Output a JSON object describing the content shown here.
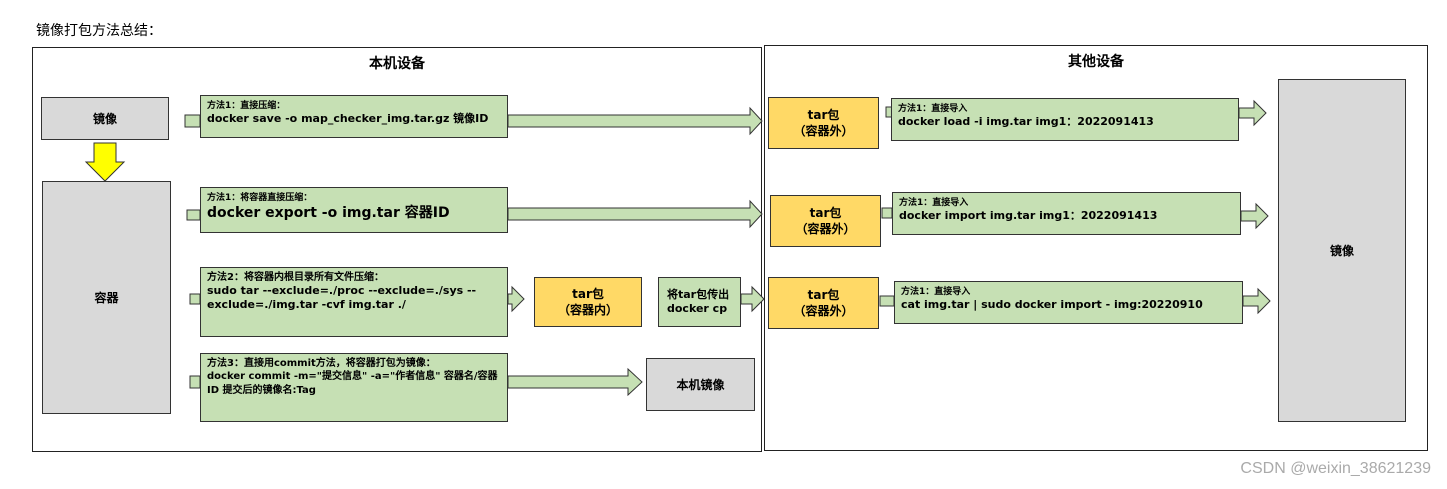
{
  "page_title": "镜像打包方法总结：",
  "left_panel": {
    "title": "本机设备"
  },
  "right_panel": {
    "title": "其他设备"
  },
  "left": {
    "image_box": "镜像",
    "container_box": "容器",
    "local_image_box": "本机镜像",
    "method_save": {
      "title": "方法1：直接压缩：",
      "cmd": "docker save -o map_checker_img.tar.gz   镜像ID"
    },
    "method_export": {
      "title": "方法1：将容器直接压缩：",
      "cmd": "docker export -o img.tar 容器ID"
    },
    "method_tar": {
      "title": "方法2：将容器内根目录所有文件压缩：",
      "cmd": "sudo tar --exclude=./proc --exclude=./sys --exclude=./img.tar -cvf img.tar ./"
    },
    "tar_inside": {
      "line1": "tar包",
      "line2": "（容器内）"
    },
    "copy_out": {
      "line1": "将tar包传出",
      "line2": "docker cp"
    },
    "method_commit": {
      "title": "方法3：直接用commit方法，将容器打包为镜像：",
      "cmd": "docker commit -m=\"提交信息\" -a=\"作者信息\" 容器名/容器ID 提交后的镜像名:Tag"
    }
  },
  "right": {
    "tar_outside_1": {
      "line1": "tar包",
      "line2": "（容器外）"
    },
    "tar_outside_2": {
      "line1": "tar包",
      "line2": "（容器外）"
    },
    "tar_outside_3": {
      "line1": "tar包",
      "line2": "（容器外）"
    },
    "import_load": {
      "title": "方法1：直接导入",
      "cmd": "docker load -i  img.tar   img1：2022091413"
    },
    "import_import": {
      "title": "方法1：直接导入",
      "cmd": "docker  import  img.tar   img1：2022091413"
    },
    "import_cat": {
      "title": "方法1：直接导入",
      "cmd": "cat img.tar | sudo docker import - img:20220910"
    },
    "image_box": "镜像"
  },
  "watermark": "CSDN @weixin_38621239",
  "colors": {
    "gray": "#d9d9d9",
    "green": "#c6e0b4",
    "yellow": "#ffd966",
    "arrow_yellow": "#ffff00"
  }
}
